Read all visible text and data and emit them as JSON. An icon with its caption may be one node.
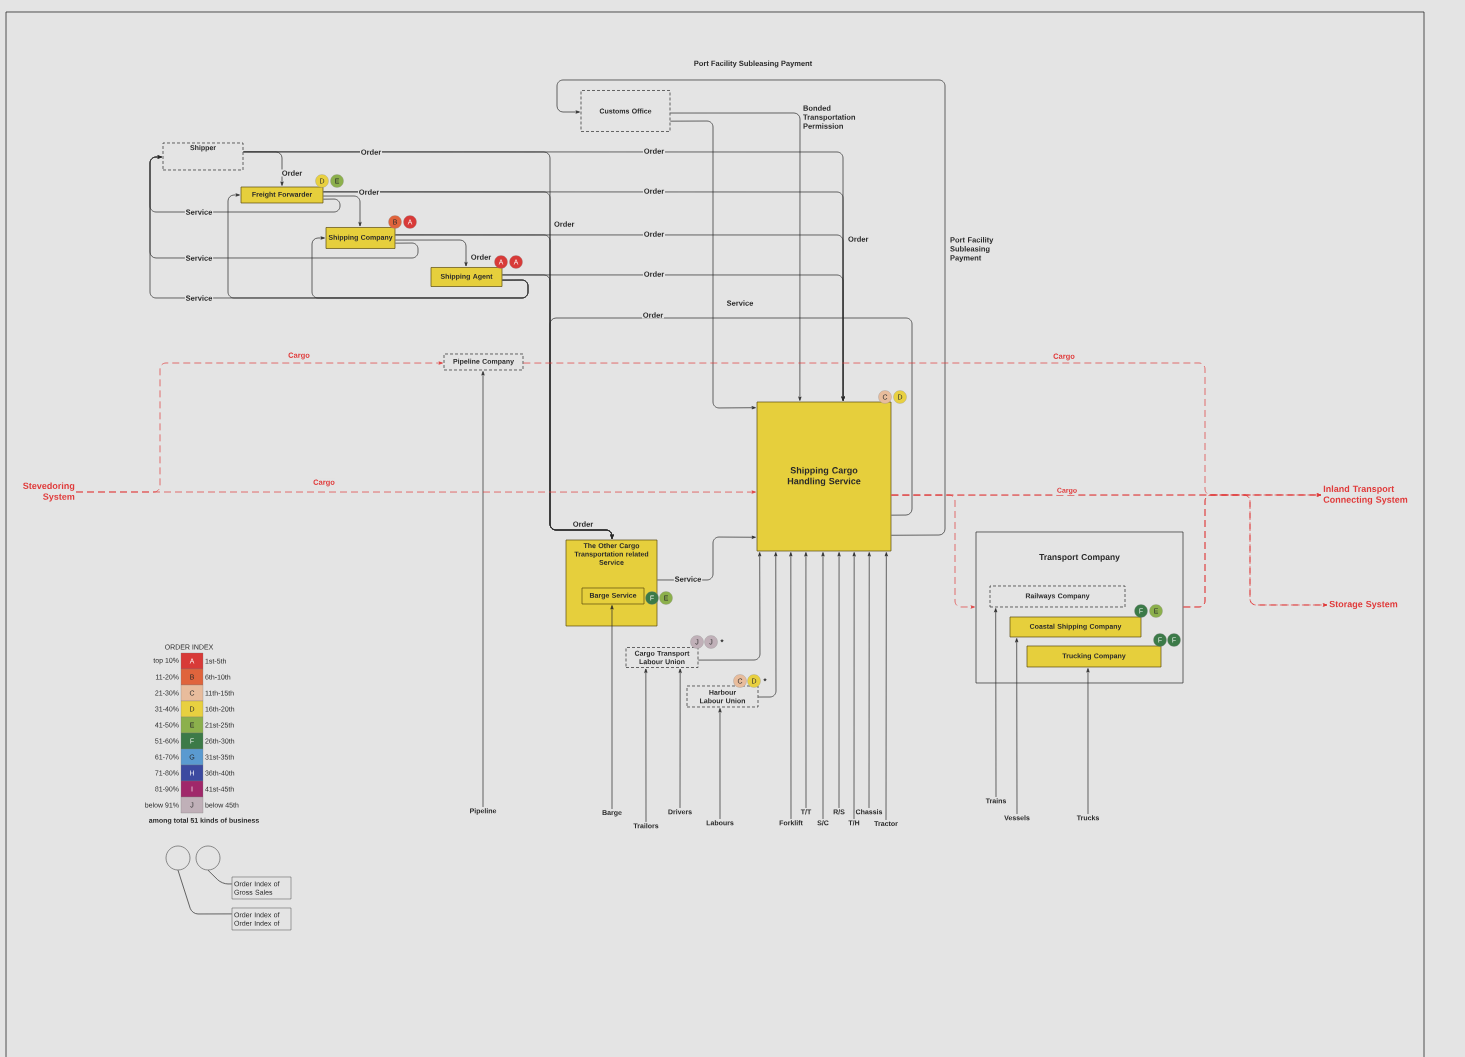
{
  "diagram": {
    "nodes": [
      {
        "text": [
          "Shipper"
        ]
      },
      {
        "text": [
          "Freight Forwarder"
        ],
        "beside": [
          "D",
          "E"
        ]
      },
      {
        "text": [
          "Shipping Company"
        ],
        "beside": [
          "B",
          "A"
        ]
      },
      {
        "text": [
          "Shipping Agent"
        ],
        "beside": [
          "A",
          "A"
        ]
      },
      {
        "text": [
          "Customs Office"
        ]
      },
      {
        "text": [
          "Pipeline Company"
        ]
      },
      {
        "text": [
          "Shipping Cargo Handling Service"
        ],
        "beside": [
          "C",
          "D"
        ]
      },
      {
        "text": [
          "The Other Cargo Transportation related Service"
        ]
      },
      {
        "text": [
          "Barge Service"
        ],
        "in": 7,
        "beside": [
          "F",
          "E"
        ]
      },
      {
        "text": [
          "Cargo Transport Labour Union"
        ],
        "beside": [
          "J",
          "J",
          "*"
        ]
      },
      {
        "text": [
          "Harbour Labour Union"
        ],
        "beside": [
          "C",
          "D",
          "*"
        ]
      },
      {
        "text": [
          "Transport Company"
        ]
      },
      {
        "text": [
          "Railways Company"
        ],
        "in": 11
      },
      {
        "text": [
          "Coastal Shipping Company"
        ],
        "in": 11,
        "beside": [
          "F",
          "E"
        ]
      },
      {
        "text": [
          "Trucking Company"
        ],
        "in": 11,
        "beside": [
          "F",
          "F"
        ]
      },
      {
        "text": [
          "Stevedoring System"
        ]
      },
      {
        "text": [
          "Inland Transport Connecting System"
        ]
      },
      {
        "text": [
          "Storage System"
        ]
      },
      {
        "text": [
          "Pipeline"
        ]
      },
      {
        "text": [
          "Barge"
        ]
      },
      {
        "text": [
          "Trailors"
        ]
      },
      {
        "text": [
          "Drivers"
        ]
      },
      {
        "text": [
          "Labours"
        ]
      },
      {
        "text": [
          "Forklift"
        ]
      },
      {
        "text": [
          "T/T"
        ]
      },
      {
        "text": [
          "S/C"
        ]
      },
      {
        "text": [
          "R/S"
        ]
      },
      {
        "text": [
          "T/H"
        ]
      },
      {
        "text": [
          "Chassis"
        ]
      },
      {
        "text": [
          "Tractor"
        ]
      },
      {
        "text": [
          "Trains"
        ]
      },
      {
        "text": [
          "Vessels"
        ]
      },
      {
        "text": [
          "Trucks"
        ]
      },
      {
        "text": [],
        "shape": "circle"
      },
      {
        "text": [],
        "shape": "circle"
      },
      {
        "text": [
          "Order Index of Gross Sales"
        ]
      },
      {
        "text": [
          "Order Index of Order Index of"
        ]
      }
    ],
    "edges": [
      {
        "from": 0,
        "to": 1,
        "arrow": "to",
        "label": "Order"
      },
      {
        "from": 1,
        "to": 2,
        "arrow": "to"
      },
      {
        "from": 2,
        "to": 3,
        "arrow": "to",
        "label": "Order"
      },
      {
        "from": 1,
        "to": 0,
        "arrow": "to",
        "label": "Service"
      },
      {
        "from": 2,
        "to": 0,
        "arrow": "to",
        "label": "Service"
      },
      {
        "from": 3,
        "to": 0,
        "arrow": "to",
        "label": "Service"
      },
      {
        "from": 3,
        "to": 1,
        "arrow": "to"
      },
      {
        "from": 3,
        "to": 2,
        "arrow": "to"
      },
      {
        "from": 0,
        "to": 6,
        "arrow": "to",
        "label": "Order"
      },
      {
        "from": 1,
        "to": 6,
        "arrow": "to",
        "label": "Order"
      },
      {
        "from": 2,
        "to": 6,
        "arrow": "to",
        "label": "Order"
      },
      {
        "from": 3,
        "to": 6,
        "arrow": "to",
        "label": "Order"
      },
      {
        "from": 0,
        "to": 7,
        "arrow": "to",
        "label": "Order"
      },
      {
        "from": 1,
        "to": 7,
        "arrow": "to",
        "label": "Order"
      },
      {
        "from": 2,
        "to": 7,
        "arrow": "to"
      },
      {
        "from": 3,
        "to": 7,
        "arrow": "to"
      },
      {
        "from": 6,
        "to": 7,
        "arrow": "to",
        "label": "Order"
      },
      {
        "from": 4,
        "to": 6,
        "arrow": "to",
        "label": "Bonded Transportation Permission"
      },
      {
        "from": 4,
        "to": 6,
        "arrow": "to"
      },
      {
        "from": 6,
        "to": 4,
        "arrow": "to",
        "label": "Port Facility Subleasing Payment"
      },
      {
        "from": 7,
        "to": 6,
        "arrow": "to",
        "label": "Service"
      },
      {
        "from": 9,
        "to": 6,
        "arrow": "to"
      },
      {
        "from": 10,
        "to": 6,
        "arrow": "to"
      },
      {
        "from": 18,
        "to": 5,
        "arrow": "to"
      },
      {
        "from": 19,
        "to": 8,
        "arrow": "to"
      },
      {
        "from": 20,
        "to": 9,
        "arrow": "to"
      },
      {
        "from": 21,
        "to": 9,
        "arrow": "to"
      },
      {
        "from": 22,
        "to": 10,
        "arrow": "to"
      },
      {
        "from": 23,
        "to": 6,
        "arrow": "to"
      },
      {
        "from": 24,
        "to": 6,
        "arrow": "to"
      },
      {
        "from": 25,
        "to": 6,
        "arrow": "to"
      },
      {
        "from": 26,
        "to": 6,
        "arrow": "to"
      },
      {
        "from": 27,
        "to": 6,
        "arrow": "to"
      },
      {
        "from": 28,
        "to": 6,
        "arrow": "to"
      },
      {
        "from": 29,
        "to": 6,
        "arrow": "to"
      },
      {
        "from": 30,
        "to": 12,
        "arrow": "to"
      },
      {
        "from": 31,
        "to": 13,
        "arrow": "to"
      },
      {
        "from": 32,
        "to": 14,
        "arrow": "to"
      },
      {
        "from": 35,
        "to": 34,
        "arrow": "none"
      },
      {
        "from": 36,
        "to": 33,
        "arrow": "none"
      },
      {
        "from": 15,
        "to": 5,
        "arrow": "to",
        "label": "Cargo",
        "style": "dashed",
        "color": "#e03a3a"
      },
      {
        "from": 15,
        "to": 6,
        "arrow": "to",
        "label": "Cargo",
        "style": "dashed",
        "color": "#e03a3a"
      },
      {
        "from": 5,
        "to": 16,
        "arrow": "to",
        "label": "Cargo",
        "style": "dashed",
        "color": "#e03a3a"
      },
      {
        "from": 6,
        "to": 16,
        "arrow": "to",
        "label": "Cargo",
        "style": "dashed",
        "color": "#e03a3a"
      },
      {
        "from": 6,
        "to": 11,
        "arrow": "to",
        "style": "dashed",
        "color": "#e03a3a"
      },
      {
        "from": 11,
        "to": 16,
        "arrow": "to",
        "style": "dashed",
        "color": "#e03a3a"
      },
      {
        "from": 6,
        "to": 17,
        "arrow": "to",
        "style": "dashed",
        "color": "#e03a3a"
      },
      {
        "from": 11,
        "to": 17,
        "arrow": "to",
        "style": "dashed",
        "color": "#e03a3a"
      }
    ],
    "labels": [
      "Order",
      "Order",
      "Port Facility Subleasing Payment",
      "Service",
      "Order",
      "ORDER INDEX",
      "top 10%",
      "1st-5th",
      "11-20%",
      "6th-10th",
      "21-30%",
      "11th-15th",
      "31-40%",
      "16th-20th",
      "41-50%",
      "21st-25th",
      "51-60%",
      "26th-30th",
      "61-70%",
      "31st-35th",
      "71-80%",
      "36th-40th",
      "81-90%",
      "41st-45th",
      "below 91%",
      "below 45th",
      "among total 51 kinds of business"
    ],
    "legend": [
      {
        "text": "A",
        "color": "#d83a38"
      },
      {
        "text": "B",
        "color": "#e0643c"
      },
      {
        "text": "C",
        "color": "#e8bc9c"
      },
      {
        "text": "D",
        "color": "#e8d040"
      },
      {
        "text": "E",
        "color": "#8cb04c"
      },
      {
        "text": "F",
        "color": "#3c7a48"
      },
      {
        "text": "G",
        "color": "#5a9ad0"
      },
      {
        "text": "H",
        "color": "#3c4aa0"
      },
      {
        "text": "I",
        "color": "#a0286a"
      },
      {
        "text": "J",
        "color": "#c0b0b8"
      }
    ]
  }
}
